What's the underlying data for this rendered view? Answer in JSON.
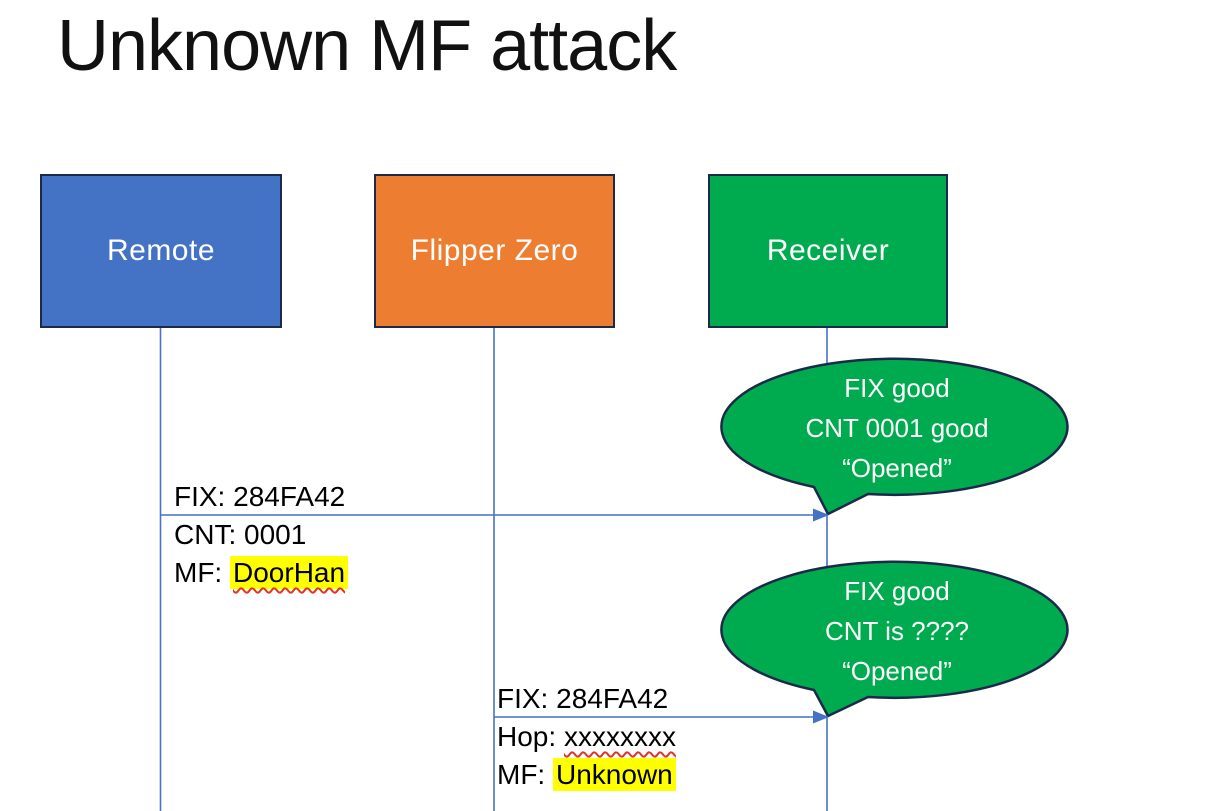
{
  "slide": {
    "title": "Unknown MF attack"
  },
  "colors": {
    "remote_fill": "#4472C4",
    "flipper_fill": "#ED7D31",
    "receiver_fill": "#00AB50",
    "callout_fill": "#00AB50",
    "outline_navy": "#1B2A49",
    "connector_blue": "#4472C4",
    "highlight_yellow": "#FFFF00",
    "squiggle_red": "#E03427",
    "text_dark": "#000000",
    "text_light": "#FFFFFF"
  },
  "actors": [
    {
      "label": "Remote"
    },
    {
      "label": "Flipper Zero"
    },
    {
      "label": "Receiver"
    }
  ],
  "messages": [
    {
      "from": "Remote",
      "to": "Receiver",
      "label_above": "FIX: 284FA42",
      "lines_below": [
        {
          "prefix": "CNT: ",
          "value": "0001",
          "highlight": false,
          "misspelled": false
        },
        {
          "prefix": "MF: ",
          "value": "DoorHan",
          "highlight": true,
          "misspelled": true
        }
      ]
    },
    {
      "from": "Flipper Zero",
      "to": "Receiver",
      "label_above": "FIX: 284FA42",
      "lines_below": [
        {
          "prefix": "Hop: ",
          "value": "xxxxxxxx",
          "highlight": false,
          "misspelled": true
        },
        {
          "prefix": "MF: ",
          "value": "Unknown",
          "highlight": true,
          "misspelled": false
        }
      ]
    }
  ],
  "callouts": [
    {
      "lines": [
        "FIX good",
        "CNT 0001 good",
        "“Opened”"
      ]
    },
    {
      "lines": [
        "FIX good",
        "CNT is ????",
        "“Opened”"
      ]
    }
  ]
}
